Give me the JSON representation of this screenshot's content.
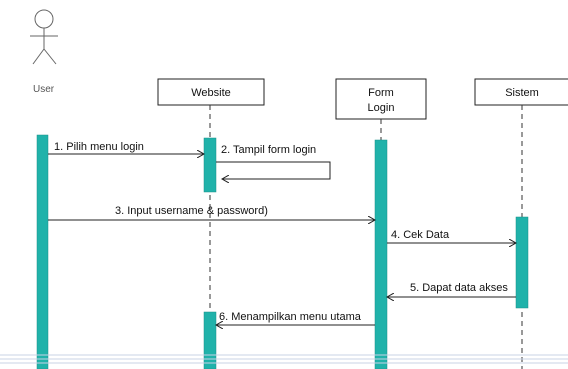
{
  "participants": {
    "user": "User",
    "website": "Website",
    "form_login_line1": "Form",
    "form_login_line2": "Login",
    "sistem": "Sistem"
  },
  "messages": [
    {
      "label": "1. Pilih menu login",
      "kind": "call"
    },
    {
      "label": "2. Tampil form login",
      "kind": "self"
    },
    {
      "label": "3. Input username & password)",
      "kind": "call"
    },
    {
      "label": "4. Cek Data",
      "kind": "call"
    },
    {
      "label": "5. Dapat data akses",
      "kind": "return"
    },
    {
      "label": "6. Menampilkan menu utama",
      "kind": "return"
    }
  ],
  "colors": {
    "activation": "#20B2AA",
    "line": "#222222",
    "lifeline": "#333333"
  }
}
